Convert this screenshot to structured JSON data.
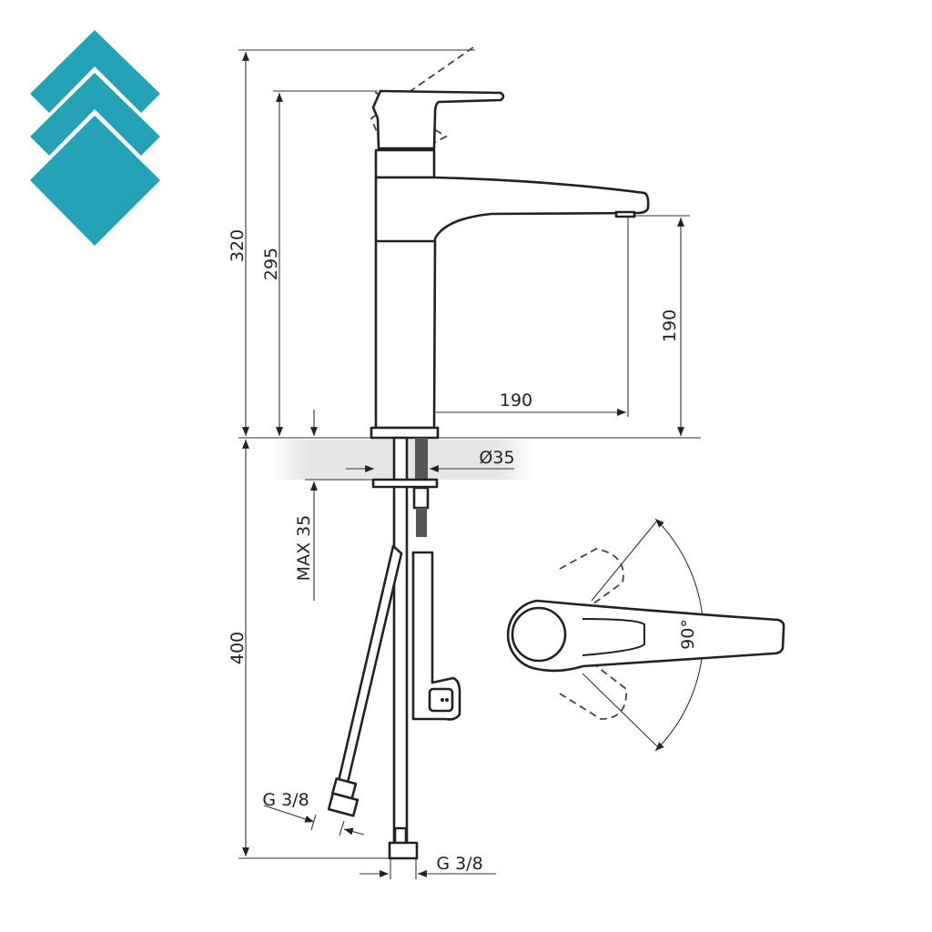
{
  "logo": {
    "color": "#23a3b5",
    "shape": "stacked-diamonds"
  },
  "dimensions": {
    "total_height": "320",
    "lever_height": "295",
    "spout_height": "190",
    "spout_reach": "190",
    "hole_diameter": "Ø35",
    "max_counter_thickness": "MAX 35",
    "hose_length": "400",
    "hose_connection_left": "G 3/8",
    "hose_connection_bottom": "G 3/8",
    "lever_rotation": "90°"
  }
}
